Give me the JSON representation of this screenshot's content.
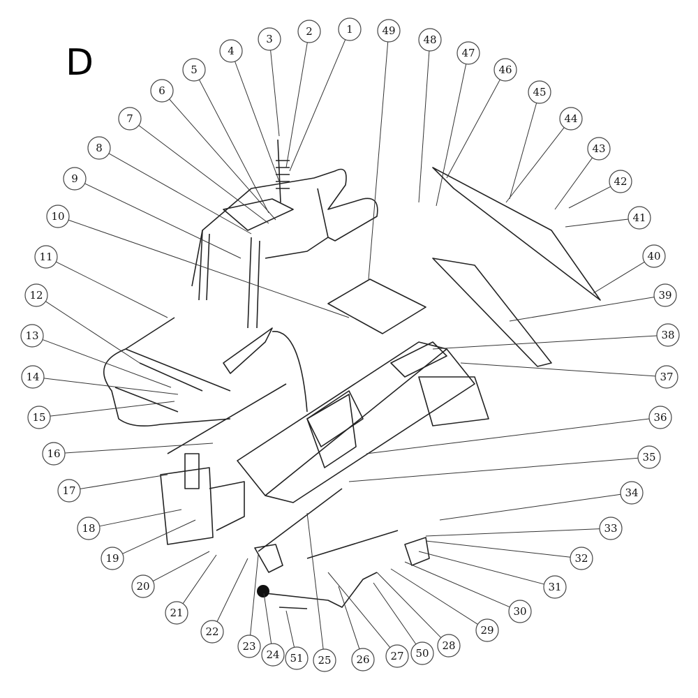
{
  "diagram": {
    "section_label": "D",
    "callouts": [
      "1",
      "2",
      "3",
      "4",
      "5",
      "6",
      "7",
      "8",
      "9",
      "10",
      "11",
      "12",
      "13",
      "14",
      "15",
      "16",
      "17",
      "18",
      "19",
      "20",
      "21",
      "22",
      "23",
      "24",
      "51",
      "25",
      "26",
      "27",
      "50",
      "28",
      "29",
      "30",
      "31",
      "32",
      "33",
      "34",
      "35",
      "36",
      "37",
      "38",
      "39",
      "40",
      "41",
      "42",
      "43",
      "44",
      "45",
      "46",
      "47",
      "48",
      "49"
    ],
    "colors": {
      "line": "#222222",
      "highlight_callout": "#a0203a"
    }
  }
}
